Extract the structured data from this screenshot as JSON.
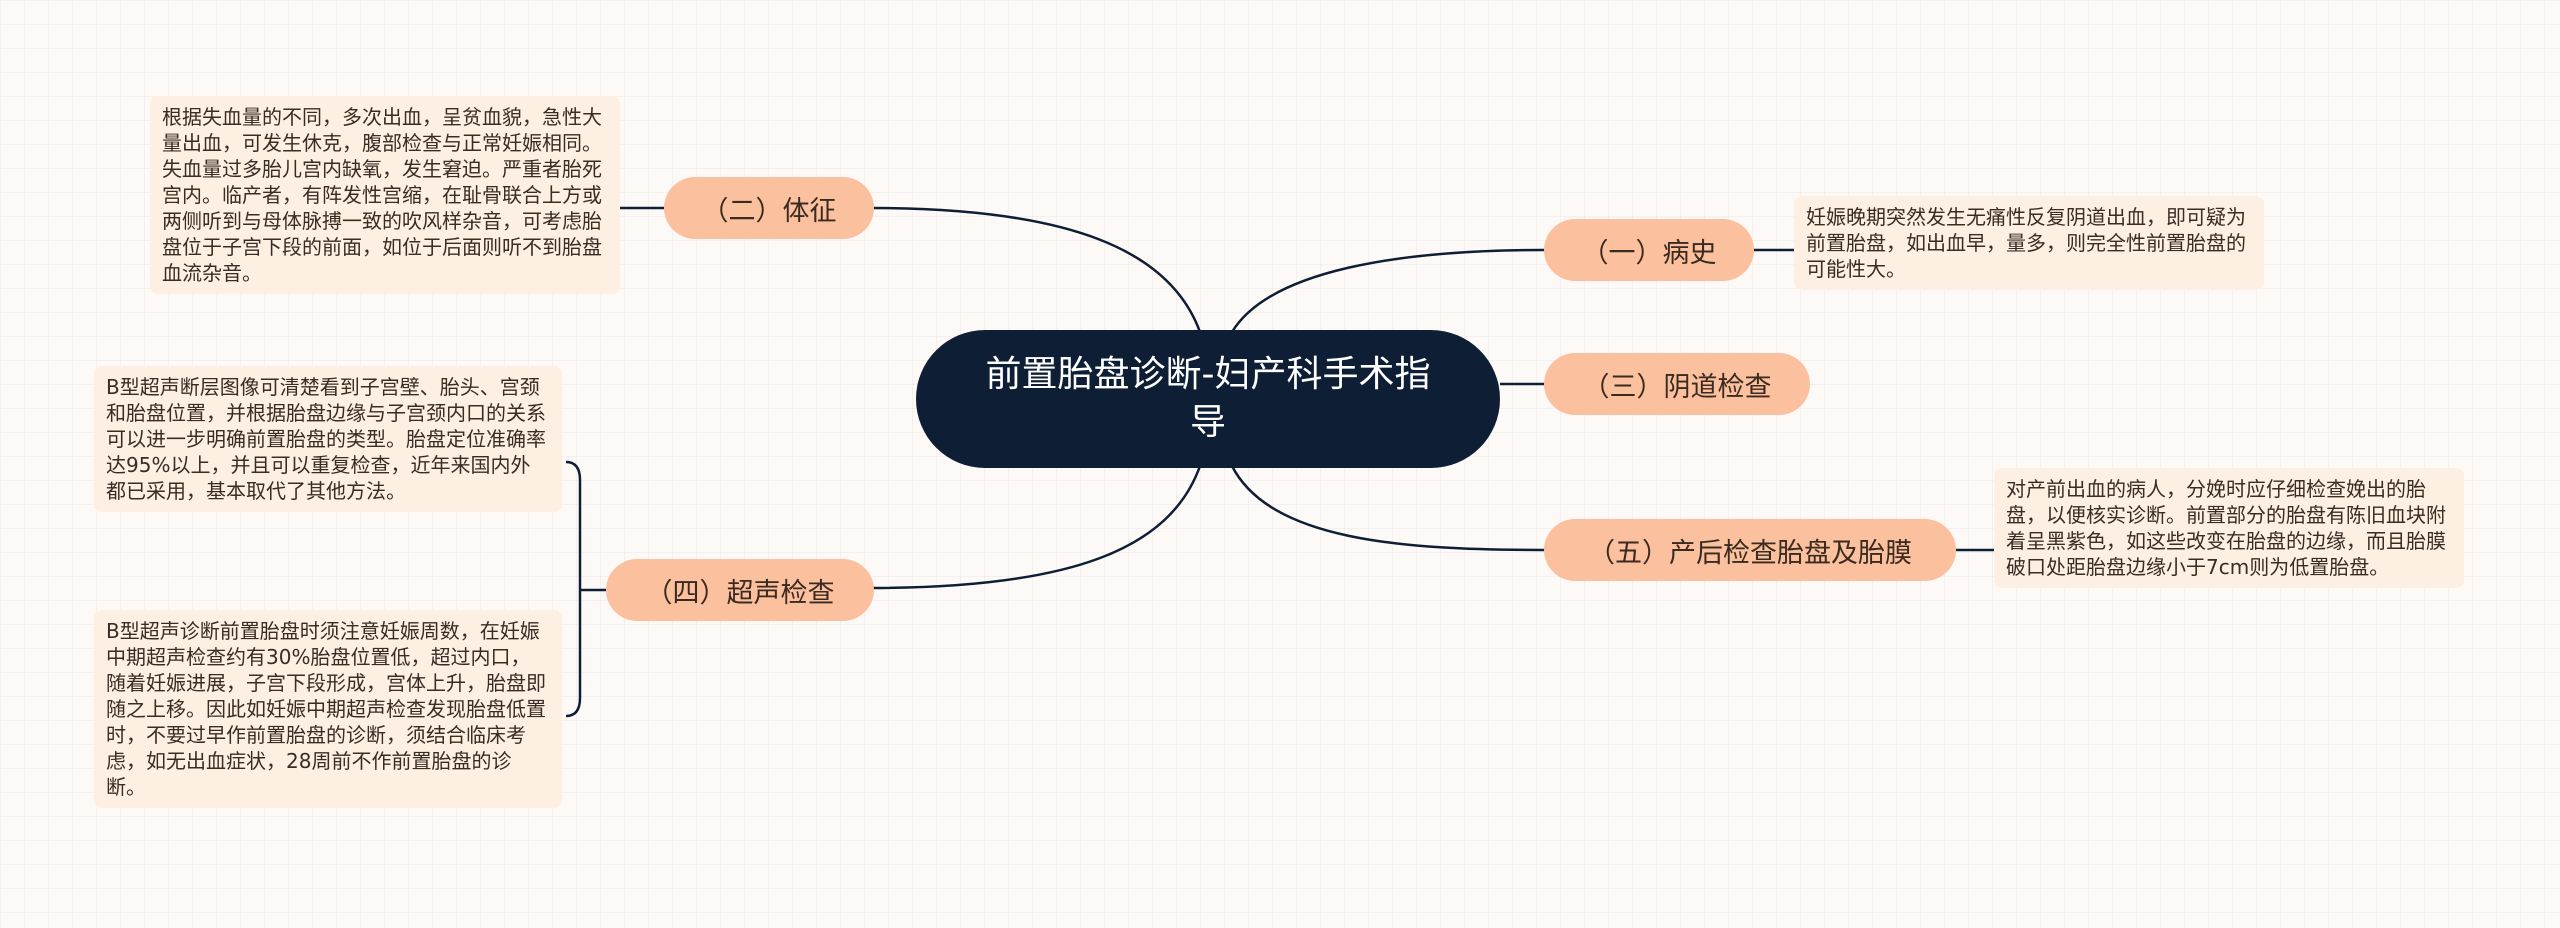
{
  "central": {
    "title": "前置胎盘诊断-妇产科手术指导"
  },
  "branches": {
    "b2": {
      "label": "（二）体征",
      "details": [
        "根据失血量的不同，多次出血，呈贫血貌，急性大量出血，可发生休克，腹部检查与正常妊娠相同。失血量过多胎儿宫内缺氧，发生窘迫。严重者胎死宫内。临产者，有阵发性宫缩，在耻骨联合上方或两侧听到与母体脉搏一致的吹风样杂音，可考虑胎盘位于子宫下段的前面，如位于后面则听不到胎盘血流杂音。"
      ]
    },
    "b4": {
      "label": "（四）超声检查",
      "details": [
        "B型超声断层图像可清楚看到子宫壁、胎头、宫颈和胎盘位置，并根据胎盘边缘与子宫颈内口的关系可以进一步明确前置胎盘的类型。胎盘定位准确率达95%以上，并且可以重复检查，近年来国内外都已采用，基本取代了其他方法。",
        "B型超声诊断前置胎盘时须注意妊娠周数，在妊娠中期超声检查约有30%胎盘位置低，超过内口，随着妊娠进展，子宫下段形成，宫体上升，胎盘即随之上移。因此如妊娠中期超声检查发现胎盘低置时，不要过早作前置胎盘的诊断，须结合临床考虑，如无出血症状，28周前不作前置胎盘的诊断。"
      ]
    },
    "b1": {
      "label": "（一）病史",
      "details": [
        "妊娠晚期突然发生无痛性反复阴道出血，即可疑为前置胎盘，如出血早，量多，则完全性前置胎盘的可能性大。"
      ]
    },
    "b3": {
      "label": "（三）阴道检查"
    },
    "b5": {
      "label": "（五）产后检查胎盘及胎膜",
      "details": [
        "对产前出血的病人，分娩时应仔细检查娩出的胎盘，以便核实诊断。前置部分的胎盘有陈旧血块附着呈黑紫色，如这些改变在胎盘的边缘，而且胎膜破口处距胎盘边缘小于7cm则为低置胎盘。"
      ]
    }
  },
  "colors": {
    "central_bg": "#0d1e35",
    "branch_bg": "#fbc19e",
    "leaf_bg": "#fdefe2",
    "link": "#0d1e35"
  }
}
